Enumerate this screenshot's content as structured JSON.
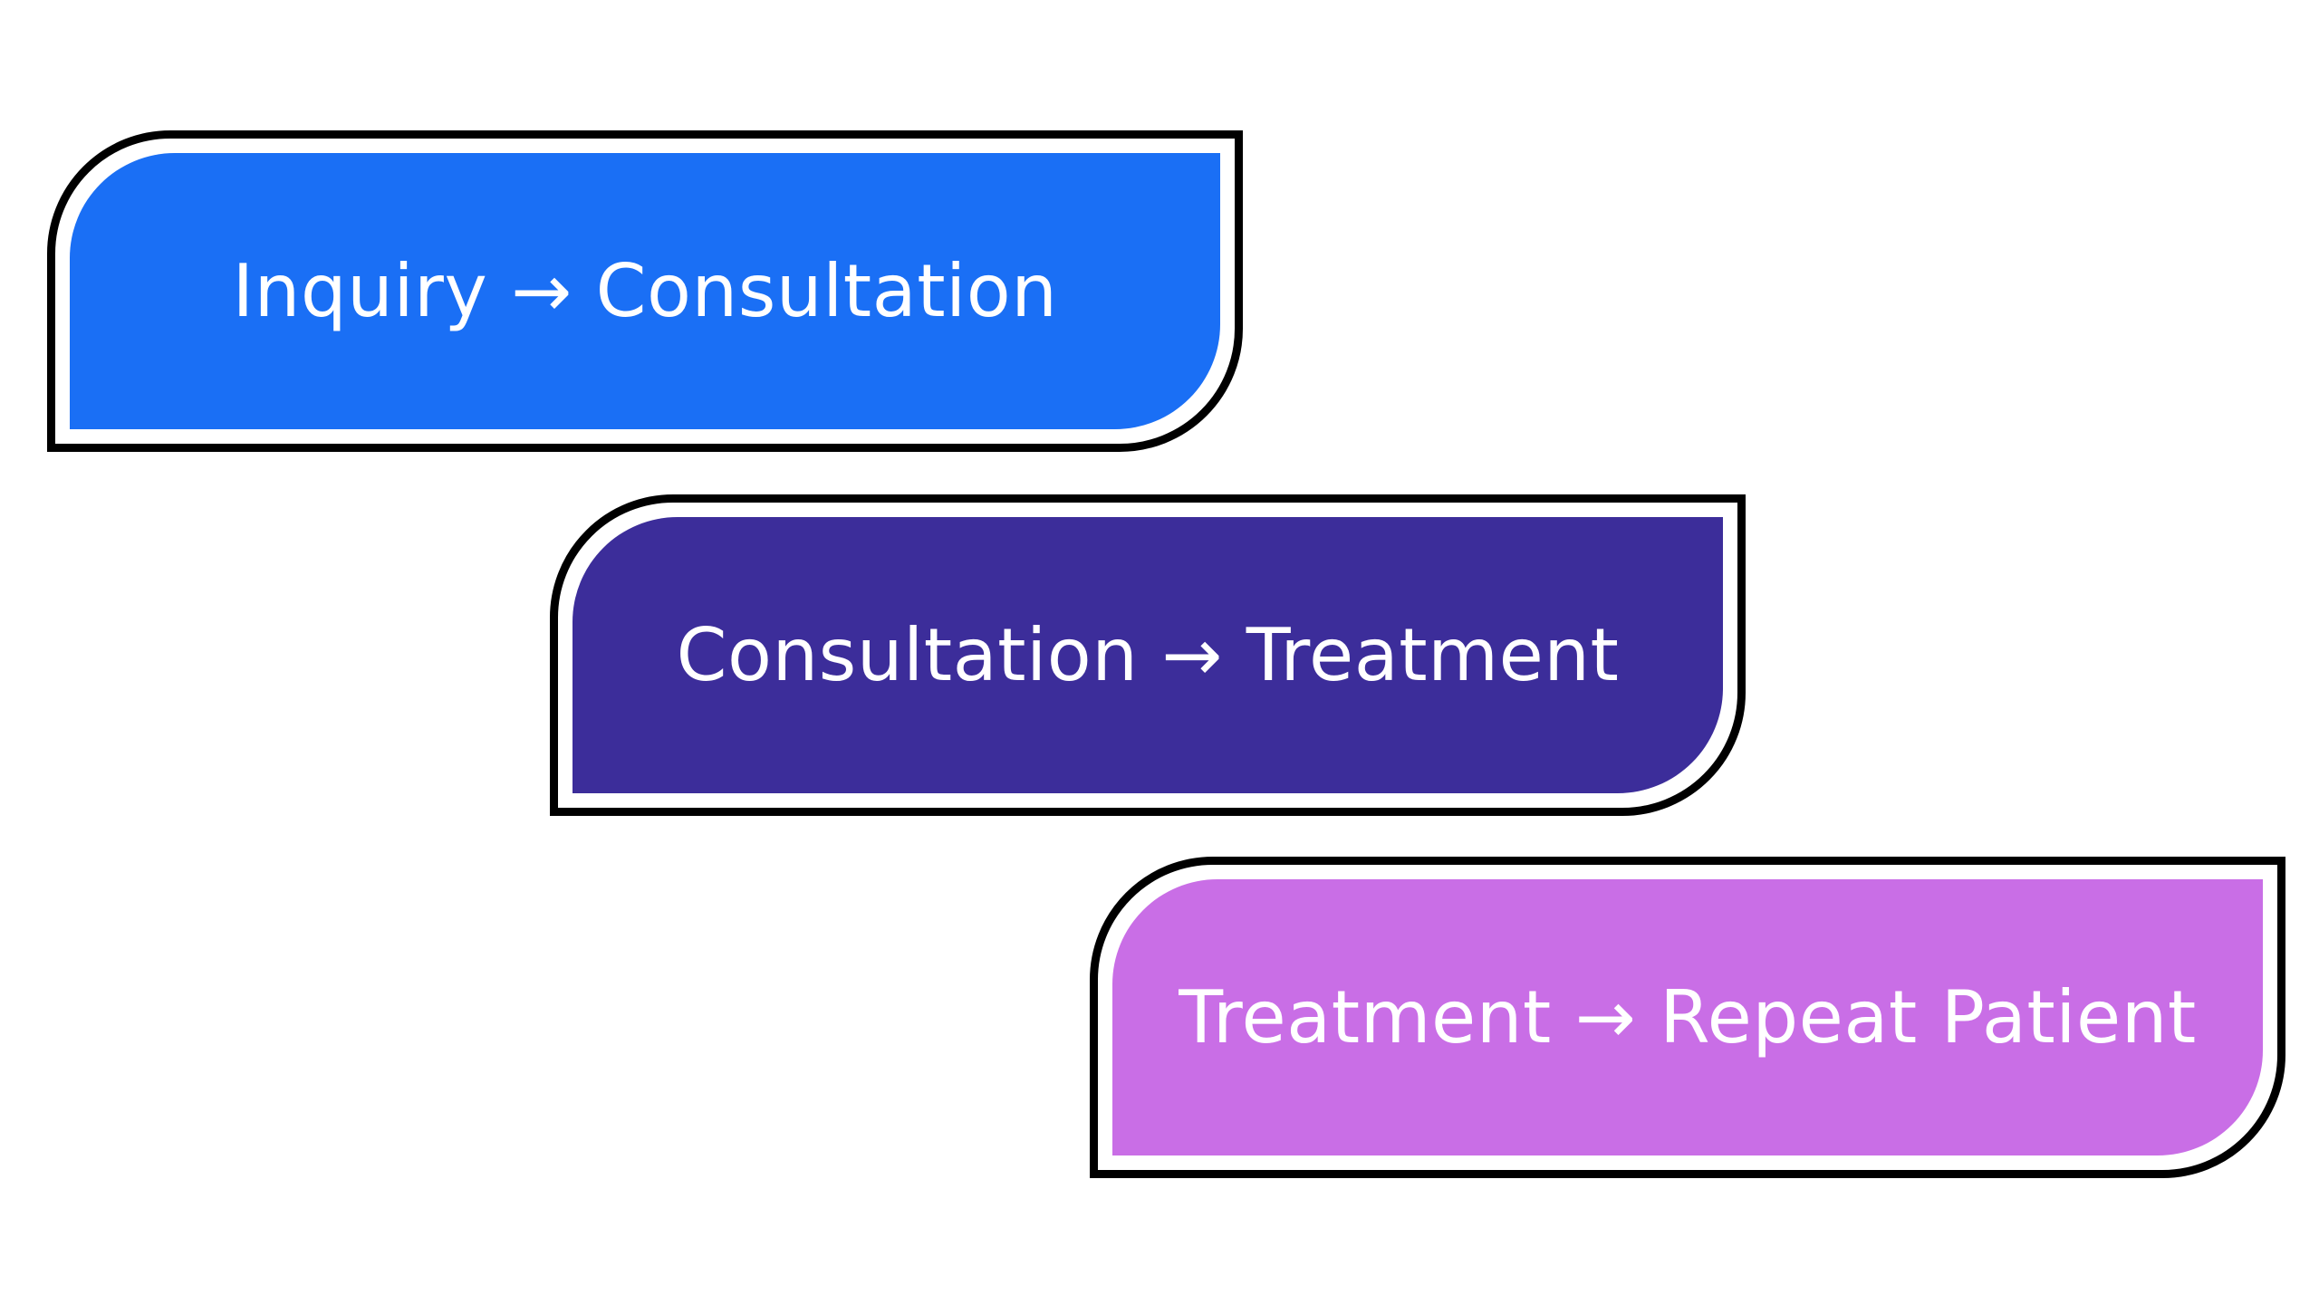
{
  "steps": [
    {
      "label": "Inquiry → Consultation",
      "color": "#1a6ff5"
    },
    {
      "label": "Consultation → Treatment",
      "color": "#3c2d9a"
    },
    {
      "label": "Treatment → Repeat Patient",
      "color": "#c96ee6"
    }
  ]
}
